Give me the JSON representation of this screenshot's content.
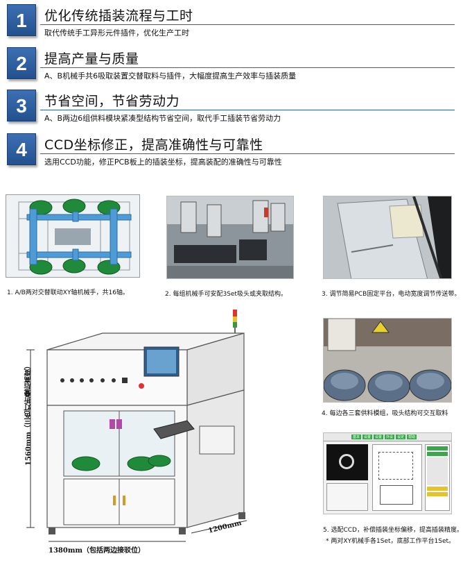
{
  "features": [
    {
      "num": "1",
      "title": "优化传统插装流程与工时",
      "desc": "取代传统手工异形元件插件，优化生产工时"
    },
    {
      "num": "2",
      "title": "提高产量与质量",
      "desc": "A、B机械手共6吸取装置交替取料与插件，大幅度提高生产效率与插装质量"
    },
    {
      "num": "3",
      "title": "节省空间，节省劳动力",
      "desc": "A、B两边6组供料模块紧凑型结构节省空间，取代手工插装节省劳动力"
    },
    {
      "num": "4",
      "title": "CCD坐标修正，提高准确性与可靠性",
      "desc": "选用CCD功能，修正PCB板上的插装坐标，提高装配的准确性与可靠性"
    }
  ],
  "photos": [
    {
      "caption": "1. A/B两对交替联动XY轴机械手，共16轴。"
    },
    {
      "caption": "2. 每组机械手可安配3Set吸头或夹取结构。"
    },
    {
      "caption": "3. 调节简易PCB固定平台，电动宽度调节传送带。"
    },
    {
      "caption": "4. 每边各三套供料模组，吸头结构可交互取料"
    },
    {
      "caption": "5. 选配CCD，补偿插装坐标偏移，提高插装精度。"
    }
  ],
  "footnote": "* 两对XY机械手各1Set，底部工作平台1Set。",
  "machine": {
    "height_label": "1560mm（三色灯折叠后高度）",
    "width_label": "1380mm（包括两边接驳位）",
    "depth_label": "1200mm"
  },
  "software": {
    "tabs": [
      "基本",
      "设置",
      "设置",
      "外设",
      "设定",
      "帮助"
    ]
  },
  "colors": {
    "accent": "#2f5f9f",
    "number_box": "#2b5a9c"
  }
}
